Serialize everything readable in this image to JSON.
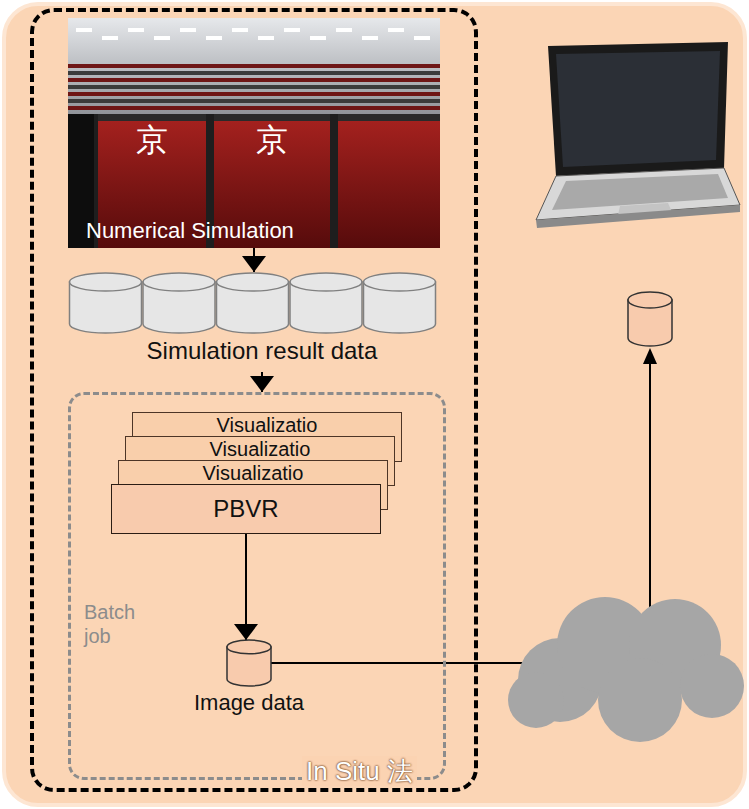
{
  "diagram": {
    "nodes": [
      {
        "text": [
          "In Situ 法"
        ]
      },
      {
        "text": [
          "Numerical Simulation"
        ],
        "in": 0
      },
      {
        "text": [
          "Simulation result data"
        ],
        "in": 0
      },
      {
        "text": [
          "Batch job"
        ],
        "in": 0
      },
      {
        "text": [
          "Visualizatio"
        ],
        "in": 3
      },
      {
        "text": [
          "Visualizatio"
        ],
        "in": 3
      },
      {
        "text": [
          "Visualizatio"
        ],
        "in": 3
      },
      {
        "text": [
          "PBVR"
        ],
        "in": 3
      },
      {
        "text": [
          "Image data"
        ],
        "in": 3
      }
    ],
    "edges": [
      {
        "from": 1,
        "to": 2,
        "arrow": "to"
      },
      {
        "from": 2,
        "to": 3,
        "arrow": "to"
      },
      {
        "from": 7,
        "to": 8,
        "arrow": "to"
      }
    ],
    "labels": [
      "京",
      "京"
    ]
  }
}
